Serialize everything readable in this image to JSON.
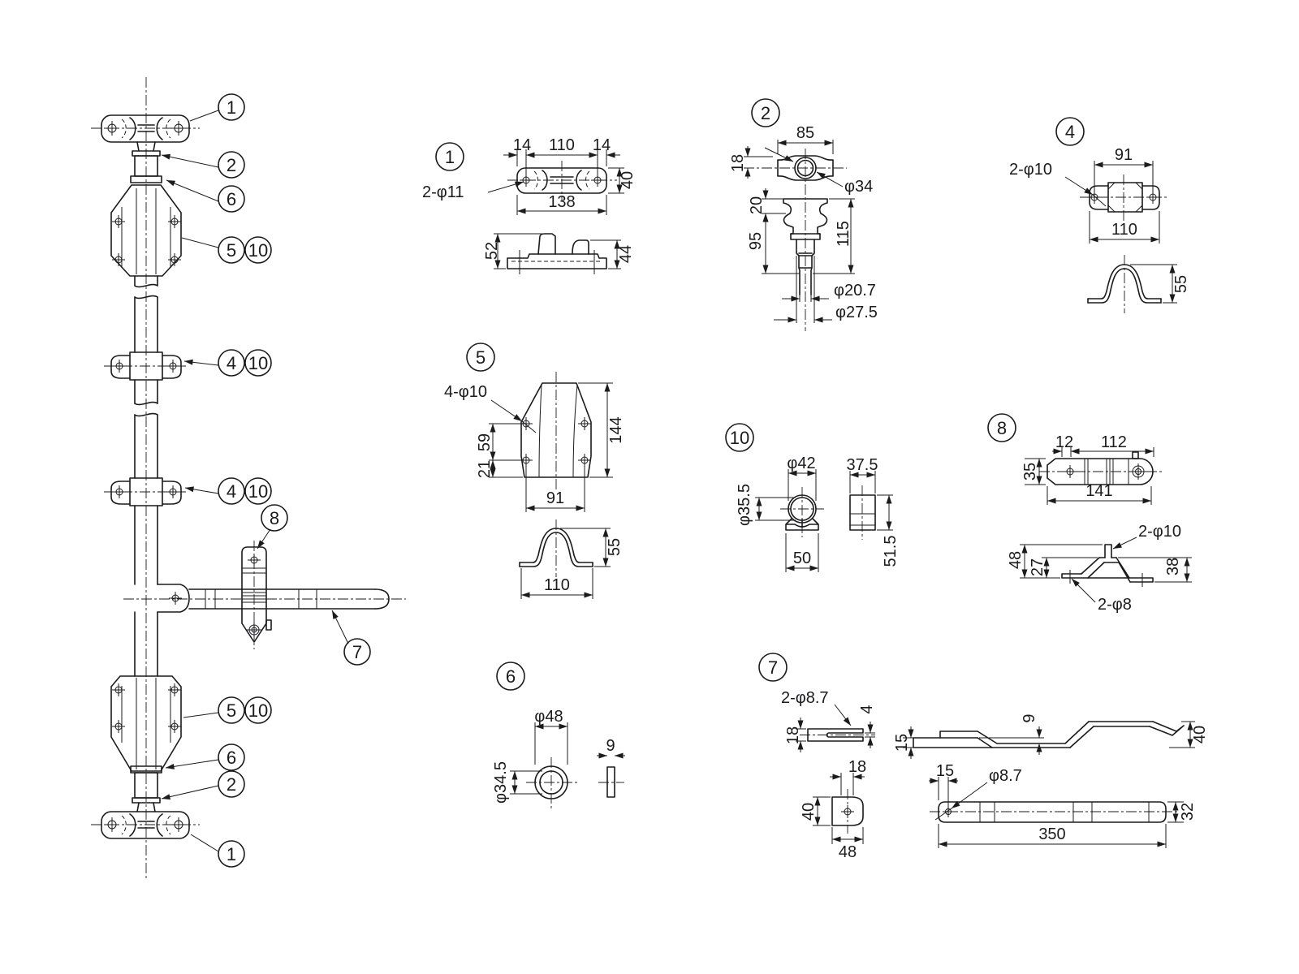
{
  "colors": {
    "background": "#ffffff",
    "line": "#1b1b1d"
  },
  "assembly": {
    "balloons": {
      "top_1": "1",
      "top_2": "2",
      "top_6": "6",
      "top_5": "5",
      "top_10": "10",
      "mid_4a": "4",
      "mid_10a": "10",
      "mid_4b": "4",
      "mid_10b": "10",
      "item_8": "8",
      "item_7": "7",
      "bot_5": "5",
      "bot_10": "10",
      "bot_6": "6",
      "bot_2": "2",
      "bot_1": "1"
    }
  },
  "details": {
    "part1": {
      "balloon": "1",
      "dims": {
        "left14": "14",
        "mid110": "110",
        "right14": "14",
        "h40": "40",
        "w138": "138",
        "holes": "2-φ11",
        "h52": "52",
        "h44": "44"
      }
    },
    "part2": {
      "balloon": "2",
      "dims": {
        "w85": "85",
        "h18": "18",
        "d34": "φ34",
        "h20": "20",
        "h95": "95",
        "h115": "115",
        "d207": "φ20.7",
        "d275": "φ27.5"
      }
    },
    "part4": {
      "balloon": "4",
      "dims": {
        "holes": "2-φ10",
        "w91": "91",
        "w110": "110",
        "h55": "55"
      }
    },
    "part5": {
      "balloon": "5",
      "dims": {
        "holes": "4-φ10",
        "h144": "144",
        "h59": "59",
        "h21": "21",
        "w91": "91",
        "h55": "55",
        "w110": "110"
      }
    },
    "part10": {
      "balloon": "10",
      "dims": {
        "d42": "φ42",
        "d355": "φ35.5",
        "w50": "50",
        "w375": "37.5",
        "h515": "51.5"
      }
    },
    "part8": {
      "balloon": "8",
      "dims": {
        "w12": "12",
        "w112": "112",
        "h35": "35",
        "w141": "141",
        "holes_top": "2-φ10",
        "h48": "48",
        "h27": "27",
        "h38": "38",
        "holes_bot": "2-φ8"
      }
    },
    "part6": {
      "balloon": "6",
      "dims": {
        "d48": "φ48",
        "d345": "φ34.5",
        "t9": "9"
      }
    },
    "part7": {
      "balloon": "7",
      "dims": {
        "holes": "2-φ8.7",
        "slot4": "4",
        "fork18": "18",
        "side15": "15",
        "step9": "9",
        "side40": "40",
        "plate18": "18",
        "plate40": "40",
        "plate48": "48",
        "hole15": "15",
        "d87": "φ8.7",
        "len350": "350",
        "w32": "32"
      }
    }
  }
}
